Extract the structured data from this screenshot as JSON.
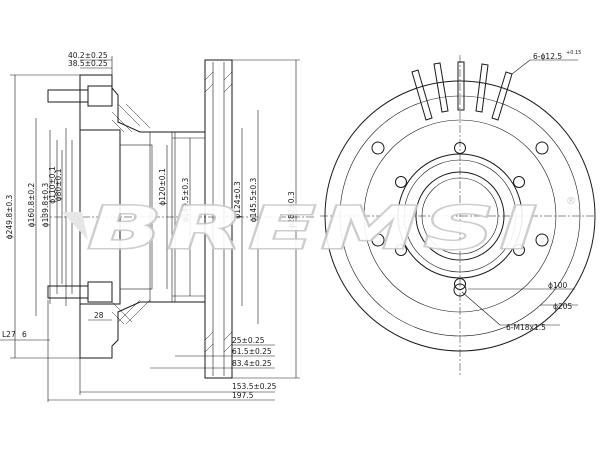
{
  "brand": {
    "logo_text": "BREMSI",
    "logo_mark": "®"
  },
  "side_view": {
    "top_dimensions": [
      "40.2±0.25",
      "38.5±0.25"
    ],
    "left_dimension": "ϕ249.8±0.3",
    "inner_diameters": [
      "ϕ160.8±0.2",
      "ϕ139.8±0.3",
      "ϕ110±0.1",
      "ϕ80±0.1"
    ],
    "center_diameters": [
      "ϕ120±0.1",
      "ϕ149.5±0.3",
      "ϕ124±0.3",
      "ϕ145.5±0.3",
      "ϕ280±0.3"
    ],
    "lower_left_label": "L27",
    "lower_left_value": "6",
    "flange_dimension": "28",
    "bottom_dimensions": [
      "25±0.25",
      "61.5±0.25",
      "83.4±0.25",
      "153.5±0.25",
      "197.5"
    ]
  },
  "front_view": {
    "slot_callout": "6-ϕ12.5",
    "slot_tolerance": "+0.15",
    "bolt_circle": "ϕ100",
    "pitch_circle": "ϕ205",
    "thread_callout": "6-M18x1.5"
  }
}
